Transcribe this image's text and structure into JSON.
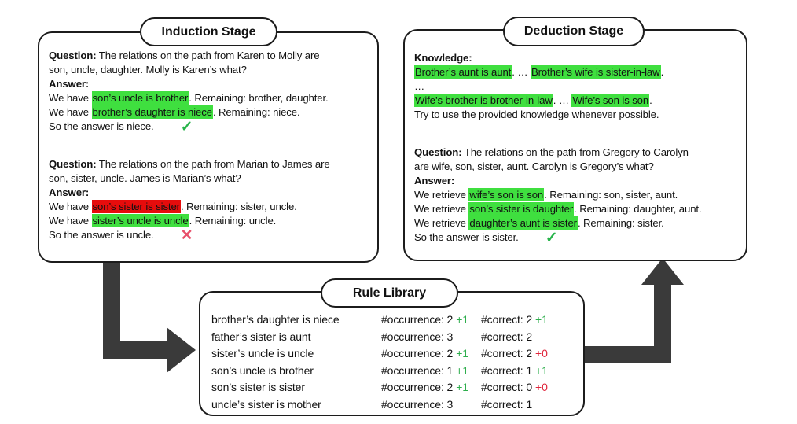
{
  "colors": {
    "green_highlight": "#3fdf3f",
    "red_highlight": "#e60c0c",
    "delta_green": "#2eae4d",
    "delta_red": "#e0263c",
    "check_green": "#27b44a",
    "cross_pink": "#e8506b",
    "arrow_gray": "#3a3a3a",
    "border_black": "#1c1c1c"
  },
  "icons": {
    "check": "✓",
    "cross": "✕"
  },
  "induction": {
    "title": "Induction Stage",
    "lines": [
      {
        "segments": [
          {
            "text": "Question:",
            "bold": true
          },
          {
            "text": " The relations on the path from Karen to Molly are"
          }
        ]
      },
      {
        "segments": [
          {
            "text": "son, uncle, daughter. Molly is Karen’s what?"
          }
        ]
      },
      {
        "segments": [
          {
            "text": "Answer:",
            "bold": true
          }
        ]
      },
      {
        "segments": [
          {
            "text": "We have "
          },
          {
            "text": "son’s uncle is brother",
            "h": "green"
          },
          {
            "text": ". Remaining: brother, daughter."
          }
        ]
      },
      {
        "segments": [
          {
            "text": "We have "
          },
          {
            "text": "brother’s daughter is niece",
            "h": "green"
          },
          {
            "text": ". Remaining: niece."
          }
        ]
      },
      {
        "segments": [
          {
            "text": "So the answer is niece."
          }
        ],
        "mark": "check"
      },
      {
        "gap": true,
        "segments": [
          {
            "text": "Question:",
            "bold": true
          },
          {
            "text": " The relations on the path from Marian to James are"
          }
        ]
      },
      {
        "segments": [
          {
            "text": "son, sister, uncle. James is Marian’s what?"
          }
        ]
      },
      {
        "segments": [
          {
            "text": "Answer:",
            "bold": true
          }
        ]
      },
      {
        "segments": [
          {
            "text": "We have "
          },
          {
            "text": "son’s sister is sister",
            "h": "red"
          },
          {
            "text": ". Remaining: sister, uncle."
          }
        ]
      },
      {
        "segments": [
          {
            "text": "We have "
          },
          {
            "text": "sister’s uncle is uncle",
            "h": "green"
          },
          {
            "text": ". Remaining: uncle."
          }
        ]
      },
      {
        "segments": [
          {
            "text": "So the answer is uncle."
          }
        ],
        "mark": "cross"
      }
    ]
  },
  "deduction": {
    "title": "Deduction Stage",
    "lines": [
      {
        "segments": [
          {
            "text": "Knowledge:",
            "bold": true
          }
        ]
      },
      {
        "segments": [
          {
            "text": "Brother’s aunt is aunt",
            "h": "green"
          },
          {
            "text": ". … "
          },
          {
            "text": "Brother’s wife is sister-in-law",
            "h": "green"
          },
          {
            "text": "."
          }
        ]
      },
      {
        "segments": [
          {
            "text": "…"
          }
        ]
      },
      {
        "segments": [
          {
            "text": "Wife’s brother is brother-in-law",
            "h": "green"
          },
          {
            "text": ". … "
          },
          {
            "text": "Wife’s son is son",
            "h": "green"
          },
          {
            "text": "."
          }
        ]
      },
      {
        "segments": [
          {
            "text": "Try to use the provided knowledge whenever possible."
          }
        ]
      },
      {
        "gap": true,
        "segments": [
          {
            "text": "Question:",
            "bold": true
          },
          {
            "text": " The relations on the path from Gregory to Carolyn"
          }
        ]
      },
      {
        "segments": [
          {
            "text": "are wife, son, sister, aunt. Carolyn is Gregory’s what?"
          }
        ]
      },
      {
        "segments": [
          {
            "text": "Answer:",
            "bold": true
          }
        ]
      },
      {
        "segments": [
          {
            "text": "We retrieve "
          },
          {
            "text": "wife’s son is son",
            "h": "green"
          },
          {
            "text": ". Remaining: son, sister, aunt."
          }
        ]
      },
      {
        "segments": [
          {
            "text": "We retrieve "
          },
          {
            "text": "son’s sister is daughter",
            "h": "green"
          },
          {
            "text": ". Remaining: daughter, aunt."
          }
        ]
      },
      {
        "segments": [
          {
            "text": "We retrieve "
          },
          {
            "text": "daughter’s aunt is sister",
            "h": "green"
          },
          {
            "text": ". Remaining: sister."
          }
        ]
      },
      {
        "segments": [
          {
            "text": "So the answer is sister."
          }
        ],
        "mark": "check"
      }
    ]
  },
  "rule_library": {
    "title": "Rule Library",
    "rows": [
      {
        "rule": "brother’s daughter is niece",
        "occurrence": "#occurrence: 2",
        "occurrence_delta": "+1",
        "occurrence_delta_color": "green",
        "correct": "#correct: 2",
        "correct_delta": "+1",
        "correct_delta_color": "green"
      },
      {
        "rule": "father’s sister is aunt",
        "occurrence": "#occurrence: 3",
        "occurrence_delta": "",
        "occurrence_delta_color": "",
        "correct": "#correct: 2",
        "correct_delta": "",
        "correct_delta_color": ""
      },
      {
        "rule": "sister’s uncle is uncle",
        "occurrence": "#occurrence: 2",
        "occurrence_delta": "+1",
        "occurrence_delta_color": "green",
        "correct": "#correct: 2",
        "correct_delta": "+0",
        "correct_delta_color": "red"
      },
      {
        "rule": "son’s uncle is brother",
        "occurrence": "#occurrence: 1",
        "occurrence_delta": "+1",
        "occurrence_delta_color": "green",
        "correct": "#correct: 1",
        "correct_delta": "+1",
        "correct_delta_color": "green"
      },
      {
        "rule": "son’s sister is sister",
        "occurrence": "#occurrence: 2",
        "occurrence_delta": "+1",
        "occurrence_delta_color": "green",
        "correct": "#correct: 0",
        "correct_delta": "+0",
        "correct_delta_color": "red"
      },
      {
        "rule": "uncle’s sister is mother",
        "occurrence": "#occurrence: 3",
        "occurrence_delta": "",
        "occurrence_delta_color": "",
        "correct": "#correct: 1",
        "correct_delta": "",
        "correct_delta_color": ""
      }
    ]
  }
}
